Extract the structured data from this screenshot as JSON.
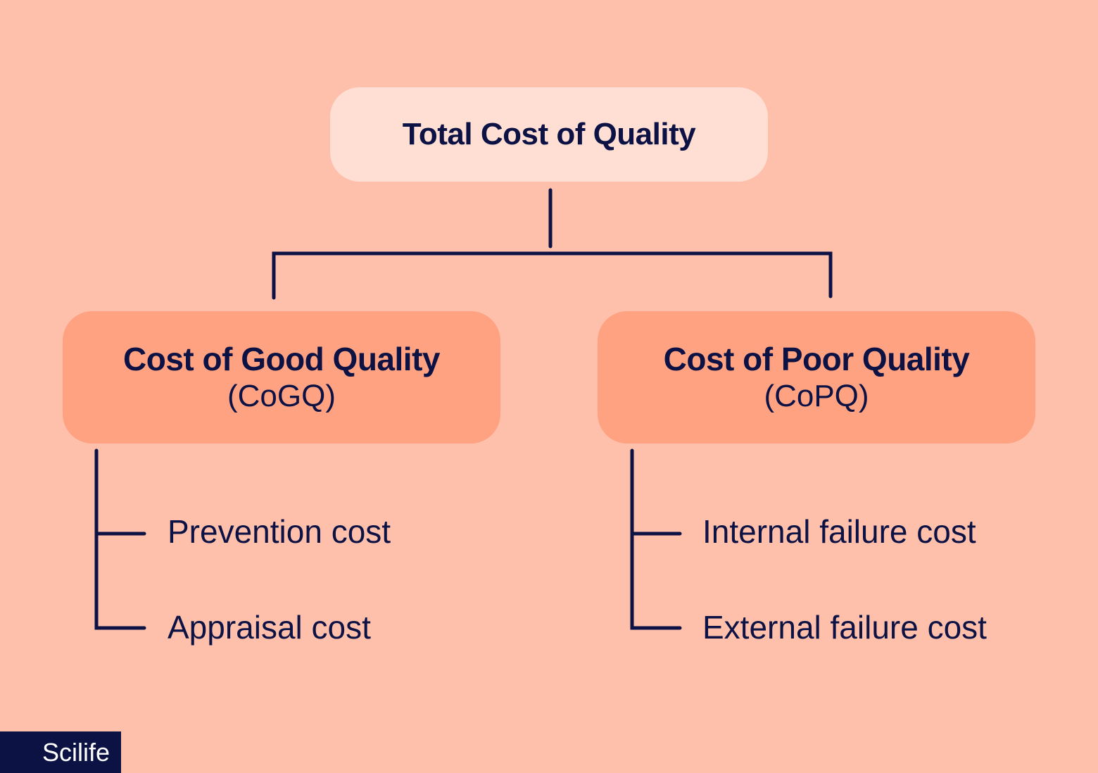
{
  "diagram": {
    "root": {
      "label": "Total Cost of Quality"
    },
    "branches": [
      {
        "label": "Cost of Good Quality",
        "abbr": "(CoGQ)",
        "items": [
          "Prevention cost",
          "Appraisal cost"
        ]
      },
      {
        "label": "Cost of Poor Quality",
        "abbr": "(CoPQ)",
        "items": [
          "Internal failure cost",
          "External failure cost"
        ]
      }
    ]
  },
  "colors": {
    "background": "#FFC0AB",
    "root_box": "#FFDFD4",
    "branch_box": "#FFA282",
    "ink": "#0C1244"
  },
  "brand": {
    "logo_text": "Scilife"
  }
}
